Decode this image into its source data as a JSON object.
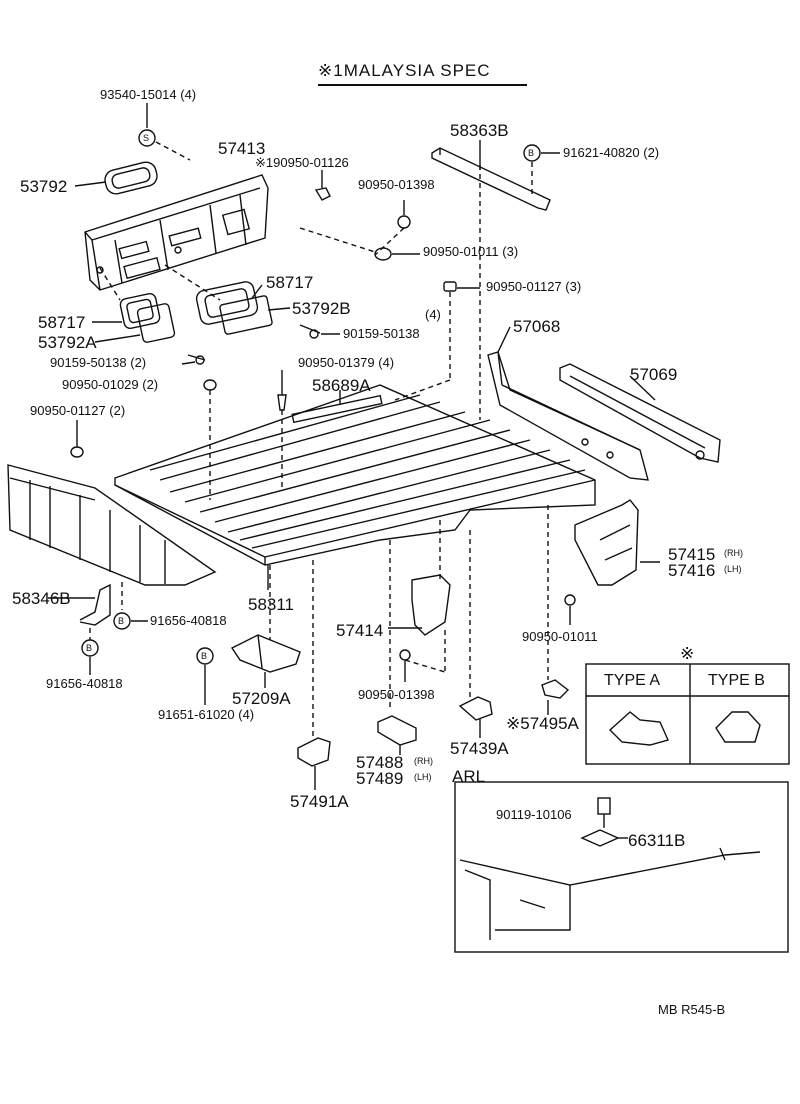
{
  "title": "※1MALAYSIA SPEC",
  "labels": {
    "p93540": "93540-15014 (4)",
    "p57413": "57413",
    "p53792": "53792",
    "p90950_01126": "※190950-01126",
    "p58363B": "58363B",
    "p91621": "91621-40820 (2)",
    "p90950_01398a": "90950-01398",
    "p90950_01011a": "90950-01011 (3)",
    "p90950_01127a": "90950-01127 (3)",
    "p58717a": "58717",
    "p53792B": "53792B",
    "p58717b": "58717",
    "p53792A": "53792A",
    "p90159a": "90159-50138",
    "p4": "(4)",
    "p90159b": "90159-50138 (2)",
    "p57068": "57068",
    "p90950_01379": "90950-01379 (4)",
    "p90950_01029": "90950-01029 (2)",
    "p58689A": "58689A",
    "p57069": "57069",
    "p90950_01127b": "90950-01127 (2)",
    "p57415": "57415",
    "p57416": "57416",
    "rh1": "(RH)",
    "lh1": "(LH)",
    "p58346B": "58346B",
    "p58311": "58311",
    "p91656a": "91656-40818",
    "p57414": "57414",
    "p90950_01011b": "90950-01011",
    "p91656b": "91656-40818",
    "p57209A": "57209A",
    "p91651": "91651-61020 (4)",
    "p90950_01398b": "90950-01398",
    "p57495A": "※57495A",
    "p57439A": "57439A",
    "p57488": "57488",
    "p57489": "57489",
    "rh2": "(RH)",
    "lh2": "(LH)",
    "arl": "ARL",
    "p57491A": "57491A",
    "p90119": "90119-10106",
    "p66311B": "66311B",
    "footer": "MB  R545-B"
  },
  "symbols": {
    "s": "S",
    "b": "B",
    "note_mark": "※"
  },
  "type_table": {
    "col_a": "TYPE A",
    "col_b": "TYPE B"
  }
}
